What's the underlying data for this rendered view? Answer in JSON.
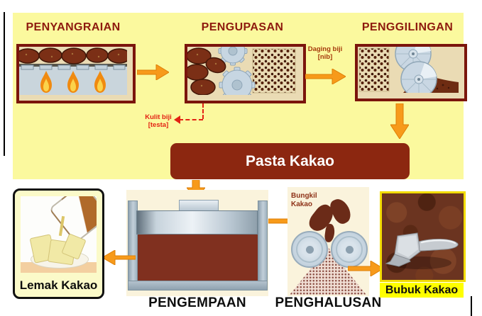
{
  "colors": {
    "panel_yellow": "#FBF99E",
    "title_maroon": "#8E1A0E",
    "banner_brown": "#8C2710",
    "arrow_orange": "#F79A1A",
    "label_red": "#E32213",
    "label_rust": "#A63A0B",
    "highlight_yellow": "#FFFF00"
  },
  "process": {
    "stage1": {
      "title": "PENYANGRAIAN"
    },
    "stage2": {
      "title": "PENGUPASAN"
    },
    "stage3": {
      "title": "PENGGILINGAN"
    }
  },
  "flow_labels": {
    "daging": {
      "line1": "Daging biji",
      "line2": "[nib]"
    },
    "kulit": {
      "line1": "Kulit biji",
      "line2": "[testa]"
    },
    "bungkil": {
      "line1": "Bungkil",
      "line2": "Kakao"
    }
  },
  "banner": {
    "text": "Pasta Kakao"
  },
  "bottom": {
    "pengempaan": {
      "label": "PENGEMPAAN"
    },
    "penghalusan": {
      "label": "PENGHALUSAN"
    },
    "lemak": {
      "label": "Lemak Kakao"
    },
    "bubuk": {
      "label": "Bubuk Kakao"
    }
  }
}
